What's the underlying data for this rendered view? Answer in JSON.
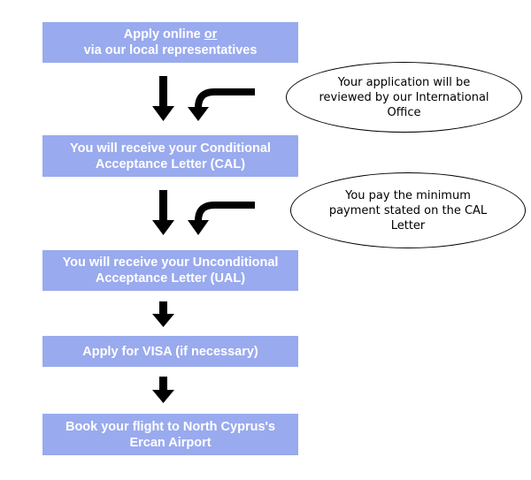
{
  "steps": [
    {
      "line1_prefix": "Apply online ",
      "line1_emphasis": "or",
      "line2": "via our local representatives"
    },
    {
      "line1": "You will receive your Conditional",
      "line2": "Acceptance Letter (CAL)"
    },
    {
      "line1": "You will receive your Unconditional",
      "line2": "Acceptance Letter (UAL)"
    },
    {
      "line1": "Apply for VISA (if necessary)"
    },
    {
      "line1": "Book your flight to North Cyprus's",
      "line2": "Ercan Airport"
    }
  ],
  "notes": [
    {
      "line1": "Your application will be",
      "line2": "reviewed by our International",
      "line3": "Office"
    },
    {
      "line1": "You pay the minimum",
      "line2": "payment stated on the CAL",
      "line3": "Letter"
    }
  ],
  "colors": {
    "step_background": "#99aaee",
    "step_text": "#ffffff",
    "arrow": "#000000",
    "note_border": "#000000"
  }
}
